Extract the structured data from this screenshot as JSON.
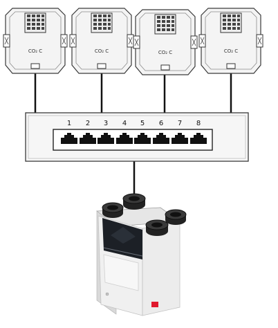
{
  "sensors": [
    {
      "label": "CO₂ C"
    },
    {
      "label": "CO₂ C"
    },
    {
      "label": "CO₂ C"
    },
    {
      "label": "CO₂ C"
    }
  ],
  "switch": {
    "ports": [
      "1",
      "2",
      "3",
      "4",
      "5",
      "6",
      "7",
      "8"
    ]
  },
  "colors": {
    "housing": "#f5f5f5",
    "outline": "#3a3a3a",
    "wire": "#111111",
    "unit_front": "#1c2026",
    "brand_red": "#e0182d"
  }
}
